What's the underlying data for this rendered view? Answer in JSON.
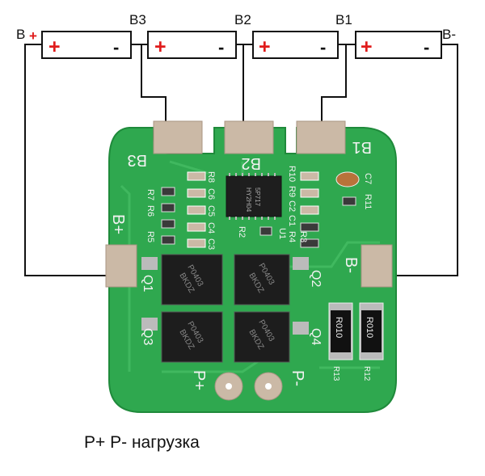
{
  "wiring": {
    "b_plus": "B",
    "b_plus_sign": "+",
    "b3": "B3",
    "b2": "B2",
    "b1": "B1",
    "b_minus": "B-"
  },
  "cells": [
    {
      "plus": "+",
      "minus": "-"
    },
    {
      "plus": "+",
      "minus": "-"
    },
    {
      "plus": "+",
      "minus": "-"
    },
    {
      "plus": "+",
      "minus": "-"
    }
  ],
  "board": {
    "pads": {
      "b3": "B3",
      "b2": "B2",
      "b1": "B1",
      "b_plus": "B+",
      "b_minus": "B-",
      "p_plus": "P+",
      "p_minus": "P-"
    },
    "refs": {
      "r8": "R8",
      "r7": "R7",
      "r6": "R6",
      "r5": "R5",
      "c6": "C6",
      "c5": "C5",
      "c4": "C4",
      "c3": "C3",
      "r10": "R10",
      "r9": "R9",
      "c2": "C2",
      "c1": "C1",
      "r4": "R4",
      "r3": "R3",
      "r2": "R2",
      "u1": "U1",
      "c7": "C7",
      "r11": "R11",
      "q1": "Q1",
      "q2": "Q2",
      "q3": "Q3",
      "q4": "Q4",
      "r13": "R13",
      "r12": "R12"
    },
    "ic_marking": [
      "HY2H04",
      "5P717"
    ],
    "mosfet_marking": [
      "P0403",
      "BKDZ"
    ],
    "resistor_value": "R010"
  },
  "caption": "P+ P- нагрузка",
  "colors": {
    "pcb": "#2fa84f",
    "pcb_dark": "#23913f",
    "pad": "#cbb9a6",
    "plus_red": "#e01b1b",
    "wire": "#111111"
  }
}
